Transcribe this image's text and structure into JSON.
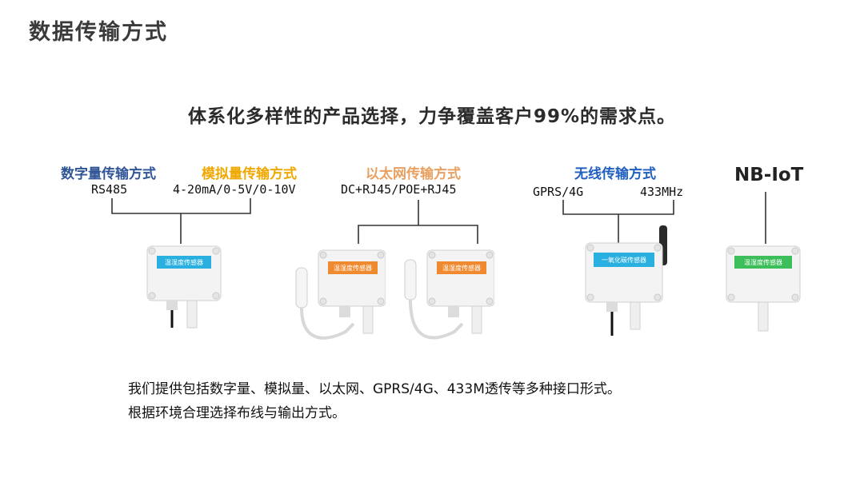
{
  "page": {
    "title": "数据传输方式",
    "headline": "体系化多样性的产品选择，力争覆盖客户99%的需求点。"
  },
  "categories": [
    {
      "label": "数字量传输方式",
      "color": "#2f5597",
      "sub": "RS485"
    },
    {
      "label": "模拟量传输方式",
      "color": "#f0a800",
      "sub": "4-20mA/0-5V/0-10V"
    },
    {
      "label": "以太网传输方式",
      "color": "#e8a060",
      "sub": "DC+RJ45/POE+RJ45"
    },
    {
      "label": "无线传输方式",
      "color": "#1f5fbf",
      "sub_left": "GPRS/4G",
      "sub_right": "433MHz"
    },
    {
      "label": "NB-IoT",
      "color": "#222222"
    }
  ],
  "devices": [
    {
      "label": "温湿度传感器",
      "color": "#2ab0e0"
    },
    {
      "label": "温湿度传感器",
      "color": "#f08a30"
    },
    {
      "label": "温湿度传感器",
      "color": "#f08a30"
    },
    {
      "label": "一氧化碳传感器",
      "color": "#2ab0e0"
    },
    {
      "label": "温湿度传感器",
      "color": "#3cbf5a"
    }
  ],
  "description": {
    "line1": "我们提供包括数字量、模拟量、以太网、GPRS/4G、433M透传等多种接口形式。",
    "line2": "根据环境合理选择布线与输出方式。"
  }
}
